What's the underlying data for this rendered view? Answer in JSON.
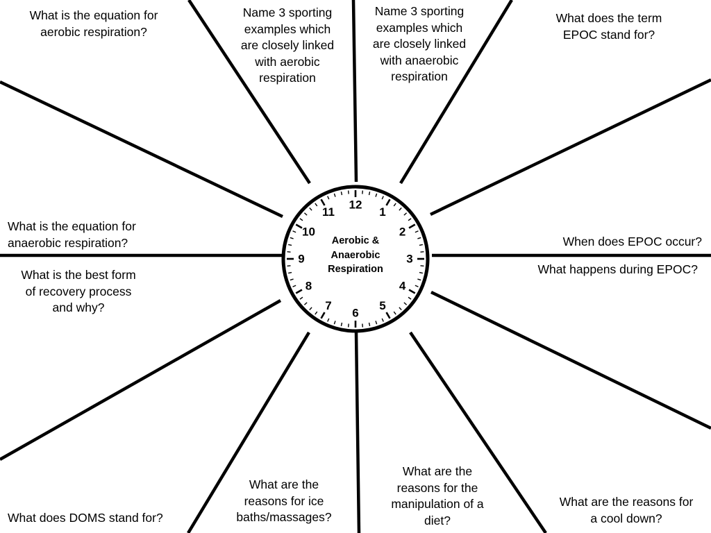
{
  "center": {
    "title": "Aerobic &\nAnaerobic\nRespiration",
    "clock_numbers": [
      "12",
      "1",
      "2",
      "3",
      "4",
      "5",
      "6",
      "7",
      "8",
      "9",
      "10",
      "11"
    ]
  },
  "questions": [
    {
      "id": "aerobic-equation",
      "text": "What is the equation for\naerobic respiration?"
    },
    {
      "id": "aerobic-sports",
      "text": "Name 3 sporting\nexamples which\nare closely linked\nwith aerobic\nrespiration"
    },
    {
      "id": "anaerobic-sports",
      "text": "Name 3 sporting\nexamples which\nare closely linked\nwith anaerobic\nrespiration"
    },
    {
      "id": "epoc-term",
      "text": "What does the term\nEPOC stand for?"
    },
    {
      "id": "anaerobic-equation",
      "text": "What is the equation for\nanaerobic respiration?"
    },
    {
      "id": "epoc-occur",
      "text": "When does EPOC occur?"
    },
    {
      "id": "recovery-form",
      "text": "What is the best form\nof recovery process\nand why?"
    },
    {
      "id": "epoc-during",
      "text": "What happens during EPOC?"
    },
    {
      "id": "doms",
      "text": "What does DOMS stand for?"
    },
    {
      "id": "ice-baths",
      "text": "What are the\nreasons for ice\nbaths/massages?"
    },
    {
      "id": "diet",
      "text": "What are the\nreasons for the\nmanipulation of a\ndiet?"
    },
    {
      "id": "cool-down",
      "text": "What are the reasons for\na cool down?"
    }
  ]
}
